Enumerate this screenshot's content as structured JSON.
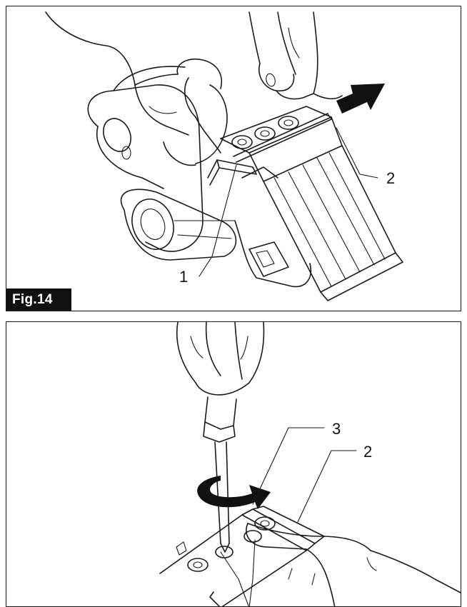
{
  "figures": [
    {
      "label": "Fig.14",
      "callouts": [
        "1",
        "2"
      ]
    },
    {
      "label": "",
      "callouts": [
        "3",
        "2"
      ]
    }
  ]
}
